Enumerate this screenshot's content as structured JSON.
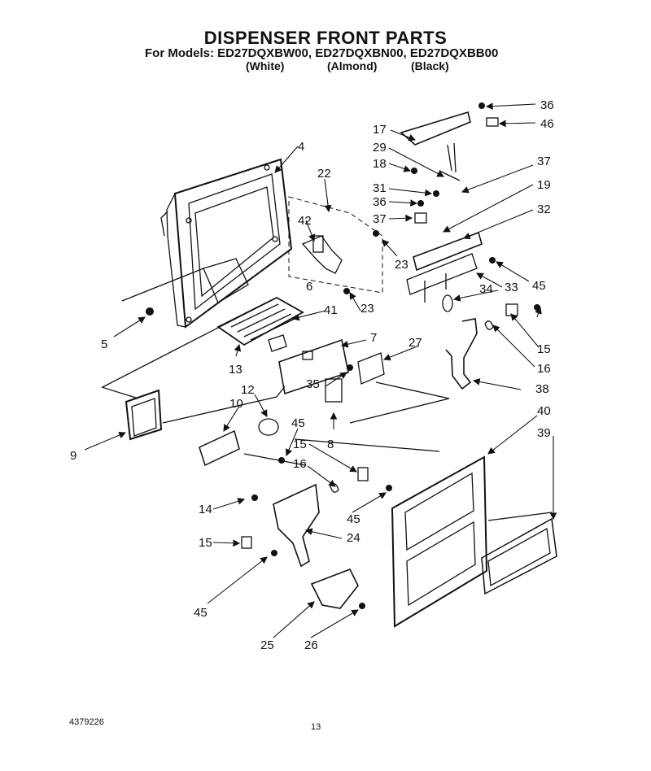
{
  "header": {
    "title": "DISPENSER FRONT PARTS",
    "models_line": "For Models: ED27DQXBW00, ED27DQXBN00, ED27DQXBB00",
    "variants": [
      "(White)",
      "(Almond)",
      "(Black)"
    ]
  },
  "callouts": [
    "36",
    "46",
    "17",
    "29",
    "18",
    "37",
    "31",
    "19",
    "36",
    "37",
    "22",
    "32",
    "4",
    "42",
    "23",
    "6",
    "23",
    "45",
    "33",
    "34",
    "41",
    "7",
    "27",
    "15",
    "16",
    "5",
    "13",
    "35",
    "38",
    "40",
    "39",
    "12",
    "10",
    "45",
    "8",
    "15",
    "16",
    "9",
    "14",
    "45",
    "24",
    "15",
    "45",
    "25",
    "26"
  ],
  "footer": {
    "part_number": "4379226",
    "page_number": "13"
  }
}
